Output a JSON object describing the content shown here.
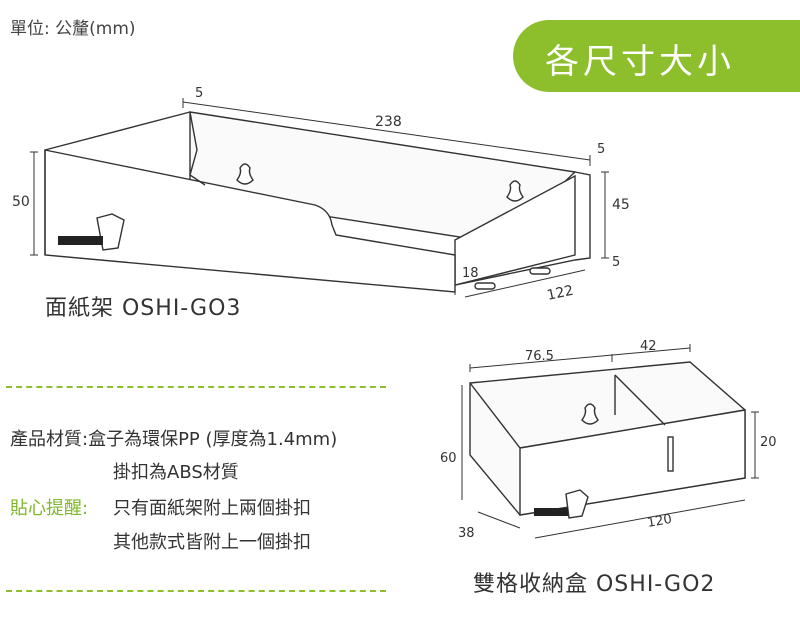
{
  "unit_label": "單位: 公釐(mm)",
  "badge_title": "各尺寸大小",
  "accent_color": "#8dbf2c",
  "notes": {
    "material_line1": "產品材質:盒子為環保PP (厚度為1.4mm)",
    "material_line2": "掛扣為ABS材質",
    "tip_label": "貼心提醒:",
    "tip_line1": "只有面紙架附上兩個掛扣",
    "tip_line2": "其他款式皆附上一個掛扣"
  },
  "product_a": {
    "caption": "面紙架 OSHI-GO3",
    "dims": {
      "width": "238",
      "depth": "122",
      "height": "50",
      "back_height": "45",
      "wall_left": "5",
      "wall_right": "5",
      "base": "5",
      "front": "18"
    }
  },
  "product_b": {
    "caption": "雙格收納盒 OSHI-GO2",
    "dims": {
      "width_left": "76.5",
      "width_right": "42",
      "height": "60",
      "front": "20",
      "depth": "38",
      "length": "120"
    }
  }
}
